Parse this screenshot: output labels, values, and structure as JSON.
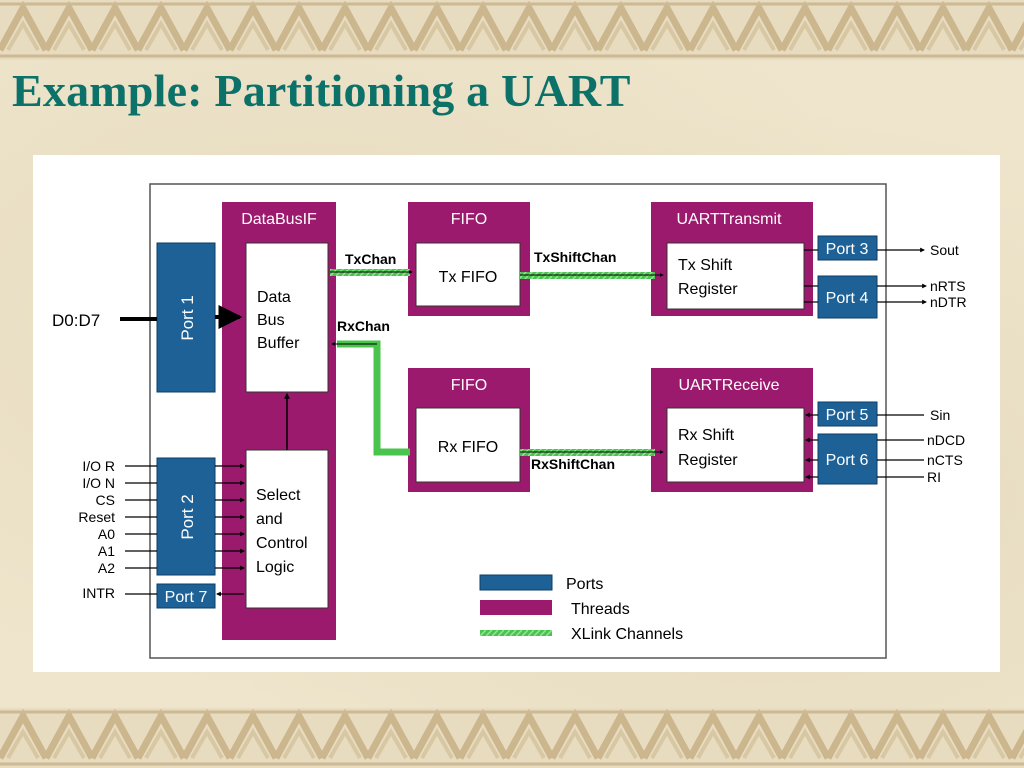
{
  "slide": {
    "title": "Example: Partitioning a UART"
  },
  "diagram": {
    "threads": {
      "databus": {
        "title": "DataBusIF",
        "buffer": [
          "Data",
          "Bus",
          "Buffer"
        ],
        "control": [
          "Select",
          "and",
          "Control",
          "Logic"
        ]
      },
      "fifo_tx": {
        "title": "FIFO",
        "inner": "Tx FIFO"
      },
      "fifo_rx": {
        "title": "FIFO",
        "inner": "Rx FIFO"
      },
      "uart_tx": {
        "title": "UARTTransmit",
        "inner": [
          "Tx Shift",
          "Register"
        ]
      },
      "uart_rx": {
        "title": "UARTReceive",
        "inner": [
          "Rx Shift",
          "Register"
        ]
      }
    },
    "ports": {
      "p1": "Port 1",
      "p2": "Port 2",
      "p3": "Port 3",
      "p4": "Port 4",
      "p5": "Port 5",
      "p6": "Port 6",
      "p7": "Port 7"
    },
    "channels": {
      "txchan": "TxChan",
      "rxchan": "RxChan",
      "txshift": "TxShiftChan",
      "rxshift": "RxShiftChan"
    },
    "signals": {
      "d0d7": "D0:D7",
      "port2_inputs": [
        "I/O R",
        "I/O N",
        "CS",
        "Reset",
        "A0",
        "A1",
        "A2"
      ],
      "intr": "INTR",
      "sout": "Sout",
      "nrts": "nRTS",
      "ndtr": "nDTR",
      "sin": "Sin",
      "ndcd": "nDCD",
      "ncts": "nCTS",
      "ri": "RI"
    },
    "legend": {
      "ports": "Ports",
      "threads": "Threads",
      "xlink": "XLink Channels"
    },
    "colors": {
      "thread": "#9c1a6e",
      "port": "#1d6197",
      "channel": "#49c44d",
      "title": "#0c7168",
      "background": "#efe6cf"
    }
  }
}
